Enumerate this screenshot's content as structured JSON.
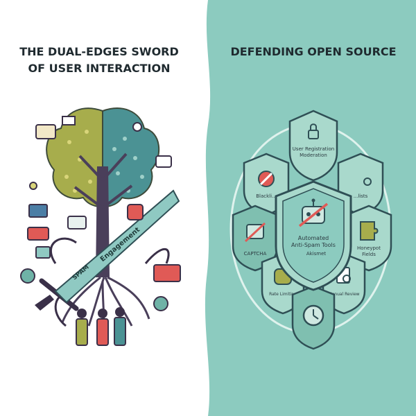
{
  "left_panel": {
    "title_line1": "THE DUAL-EDGES SWORD",
    "title_line2": "OF USER INTERACTION",
    "sword_label_top": "Engagement",
    "sword_label_bottom": "SPAM"
  },
  "right_panel": {
    "title": "DEFENDING OPEN SOURCE",
    "shields": {
      "top_line1": "User Registration",
      "top_line2": "Moderation",
      "blacklist": "Blackli...",
      "lists": "...lists",
      "center_line1": "Automated",
      "center_line2": "Anti-Spam Tools",
      "center_line3": "Akismet",
      "captcha": "CAPTCHA",
      "honeypot_line1": "Honeypot",
      "honeypot_line2": "Fields",
      "rate_limiting": "Rate Limiting",
      "manual_review": "Manual Review"
    }
  },
  "colors": {
    "teal_bg": "#8ccbbf",
    "shield_fill": "#a9d9cc",
    "shield_inner": "#7fbfb0",
    "shield_border": "#2f4f55",
    "tree_olive": "#a7ad4c",
    "tree_teal": "#4b9294",
    "sword_blade": "#8fc9c2",
    "accent_red": "#e05a56"
  }
}
